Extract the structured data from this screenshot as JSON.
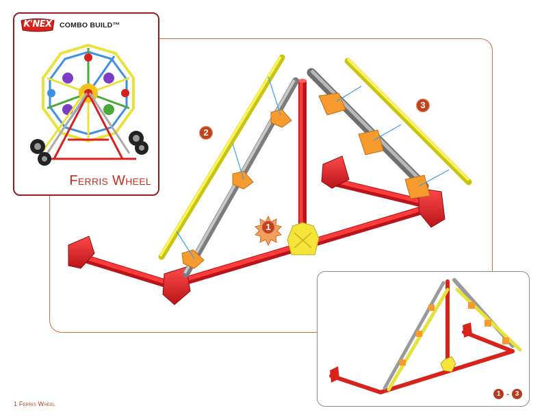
{
  "header": {
    "brand_logo": "K'NEX",
    "subtitle": "COMBO BUILD™"
  },
  "cover": {
    "title": "Ferris Wheel"
  },
  "steps": {
    "step1": "1",
    "step2": "2",
    "step3": "3"
  },
  "inset": {
    "range_start": "1",
    "range_separator": "-",
    "range_end": "3"
  },
  "footer": {
    "page_label": "1 Ferris Wheel"
  },
  "colors": {
    "red_part": "#e0242b",
    "yellow_part": "#e6ec3c",
    "gray_part": "#a8a8a8",
    "orange_part": "#f49a2e",
    "cover_border": "#9b1b1f",
    "frame_border": "#c8703a",
    "step_circle": "#c0421f"
  },
  "icons": {
    "starburst": "starburst-icon"
  }
}
